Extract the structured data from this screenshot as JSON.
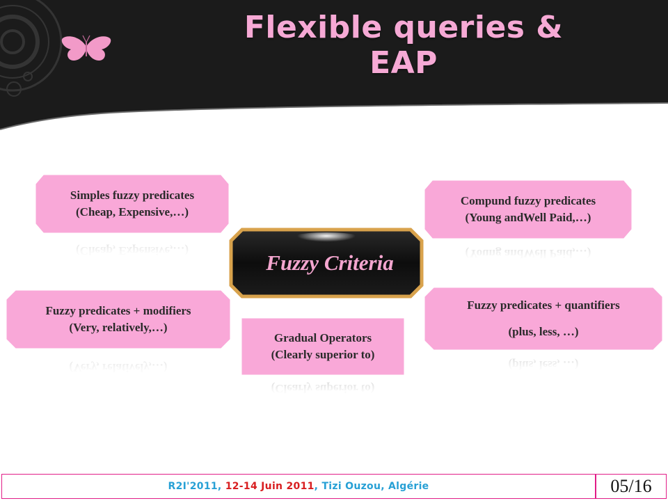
{
  "slide": {
    "title": "Flexible queries & EAP",
    "center_label": "Fuzzy Criteria",
    "boxes": [
      {
        "line1": "Simples fuzzy predicates",
        "line2": "(Cheap, Expensive,…)"
      },
      {
        "line1": "Compund fuzzy predicates",
        "line2": "(Young andWell Paid,…)"
      },
      {
        "line1": "Fuzzy predicates + modifiers",
        "line2": "(Very, relatively,…)"
      },
      {
        "line1": "Gradual Operators",
        "line2": "(Clearly superior to)"
      },
      {
        "line1": "Fuzzy predicates + quantifiers",
        "line2": "(plus, less, …)"
      }
    ]
  },
  "footer": {
    "part1": "R2I'2011",
    "sep1": ", ",
    "part2": "12-14 Juin 2011",
    "sep2": ", Tizi Ouzou, Algérie",
    "slide_number": "05/16"
  },
  "colors": {
    "box_fill": "#f9a8d8",
    "title": "#f6a9d5",
    "header_bg": "#1a1a1a",
    "footer_border": "#e11c87",
    "footer_text": "#27a0d5",
    "footer_accent": "#d81e20"
  },
  "icons": {
    "decoration": "butterfly-icon"
  }
}
